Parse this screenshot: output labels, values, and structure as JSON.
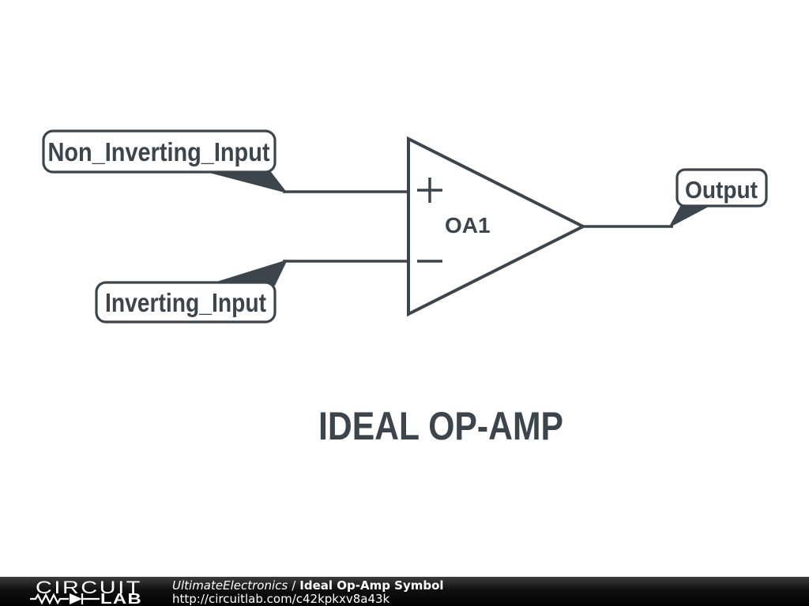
{
  "colors": {
    "schematic_stroke": "#3c454b",
    "canvas_background": "#ffffff",
    "footer_background": "#000000",
    "footer_text": "#ffffff"
  },
  "schematic": {
    "labels": {
      "non_inverting_input": "Non_Inverting_Input",
      "inverting_input": "Inverting_Input",
      "output": "Output"
    },
    "opamp": {
      "designator": "OA1",
      "plus": "+",
      "minus": "−"
    },
    "title": "IDEAL OP-AMP"
  },
  "footer": {
    "logo_line1": "CIRCUIT",
    "logo_line2": "LAB",
    "author": "UltimateElectronics",
    "separator": "/",
    "schematic_title": "Ideal Op-Amp Symbol",
    "url": "http://circuitlab.com/c42kpkxv8a43k"
  }
}
